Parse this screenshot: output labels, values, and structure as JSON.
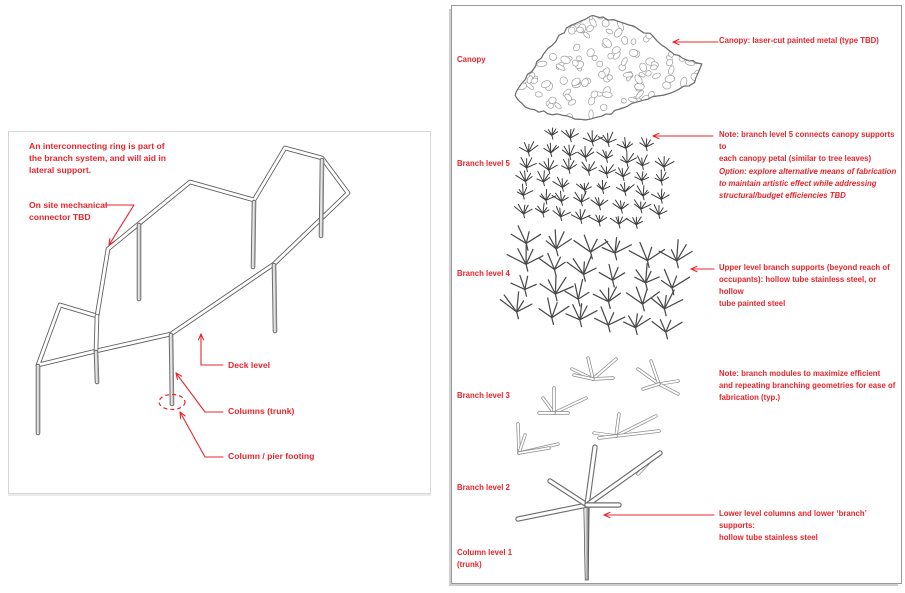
{
  "colors": {
    "red": "#e8252c",
    "line": "#606060"
  },
  "left_panel": {
    "ring_note": "An interconnecting ring is part of\nthe branch system, and will aid in\nlateral support.",
    "connector_label": "On site mechanical\nconnector TBD",
    "deck_label": "Deck level",
    "columns_label": "Columns (trunk)",
    "footing_label": "Column / pier footing"
  },
  "right_panel": {
    "side_labels": {
      "canopy": "Canopy",
      "level5": "Branch level 5",
      "level4": "Branch level 4",
      "level3": "Branch level 3",
      "level2": "Branch level 2",
      "level1": "Column level 1\n(trunk)"
    },
    "annotations": {
      "canopy": "Canopy: laser-cut painted metal (type TBD)",
      "level5_note": "Note: branch level 5 connects canopy supports to\neach canopy petal (similar to tree leaves)",
      "level5_option": "Option: explore alternative means of fabrication\nto maintain artistic effect while addressing\nstructural/budget efficiencies TBD",
      "level4": "Upper level branch supports (beyond reach of\noccupants): hollow tube stainless steel, or hollow\ntube painted steel",
      "level3": "Note: branch modules to maximize efficient\nand repeating branching geometries for ease of\nfabrication (typ.)",
      "level1": "Lower level columns and lower ‘branch’ supports:\nhollow tube stainless steel"
    }
  }
}
